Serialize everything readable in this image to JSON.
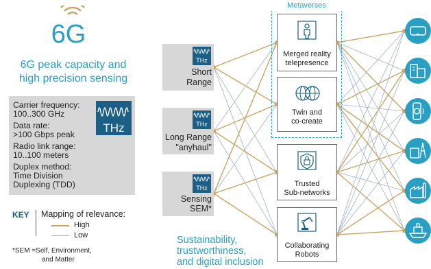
{
  "logo": {
    "text": "6G"
  },
  "title": {
    "line1": "6G peak capacity and",
    "line2": "high precision sensing"
  },
  "specs": {
    "carrier_label": "Carrier frequency:",
    "carrier_value": "100..300 GHz",
    "rate_label": "Data rate:",
    "rate_value": ">100 Gbps peak",
    "range_label": "Radio link range:",
    "range_value": "10..100 meters",
    "duplex_label": "Duplex method:",
    "duplex_value1": "Time Division",
    "duplex_value2": "Duplexing (TDD)",
    "thz_label": "THz"
  },
  "key": {
    "title": "KEY",
    "heading": "Mapping of relevance:",
    "high": "High",
    "low": "Low",
    "footnote_line1": "*SEM =Self, Environment,",
    "footnote_line2": "and Matter"
  },
  "colors": {
    "high": "#c9a463",
    "low": "#9fb3c2",
    "accent": "#2a9fc4",
    "thz": "#1b5f86",
    "box": "#d7d7d7"
  },
  "sources": [
    {
      "line1": "Short",
      "line2": "Range",
      "thz": "THz"
    },
    {
      "line1": "Long Range",
      "line2": "\"anyhaul\"",
      "thz": "THz"
    },
    {
      "line1": "Sensing",
      "line2": "SEM*",
      "thz": "THz"
    }
  ],
  "metaverses_label": "Metaverses",
  "capabilities": [
    {
      "line1": "Merged reality",
      "line2": "telepresence",
      "icon": "person-scan-icon"
    },
    {
      "line1": "Twin and",
      "line2": "co-create",
      "icon": "twin-globe-icon"
    },
    {
      "line1": "Trusted",
      "line2": "Sub-networks",
      "icon": "secure-lock-icon"
    },
    {
      "line1": "Collaborating",
      "line2": "Robots",
      "icon": "robot-arm-icon"
    }
  ],
  "applications": [
    {
      "icon": "vr-headset-icon"
    },
    {
      "icon": "smart-city-icon"
    },
    {
      "icon": "smartwatch-icon"
    },
    {
      "icon": "cell-tower-building-icon"
    },
    {
      "icon": "factory-icon"
    },
    {
      "icon": "ship-icon"
    }
  ],
  "sustainability": {
    "line1": "Sustainability,",
    "line2": "trustworthiness,",
    "line3": "and digital inclusion"
  }
}
